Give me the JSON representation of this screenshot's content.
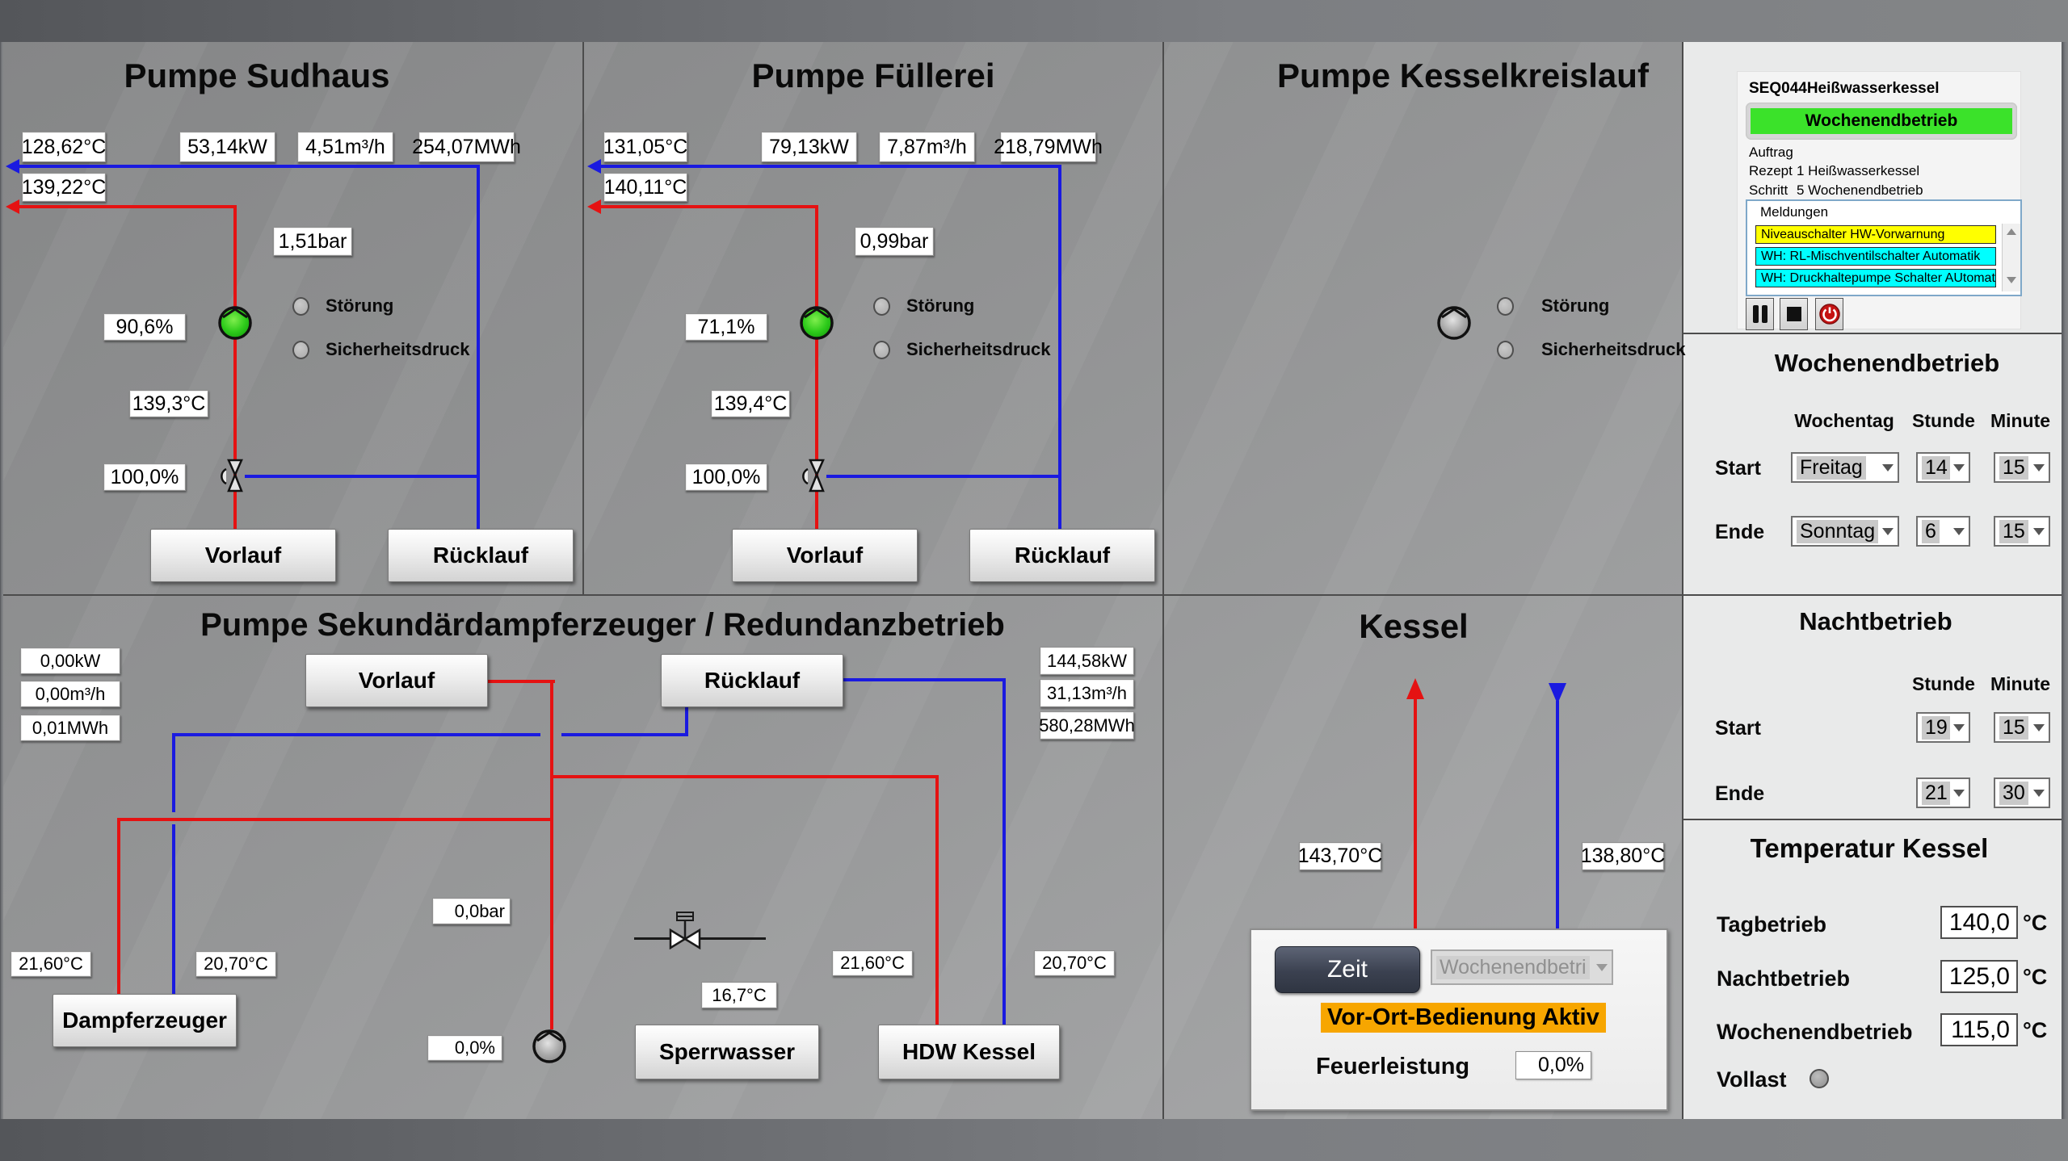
{
  "colors": {
    "pipe_red": "#e51212",
    "pipe_blue": "#1a1ae0",
    "mode_green": "#3be22a",
    "alarm_yellow": "#ffff00",
    "warn_cyan": "#00ffff",
    "local_orange": "#f7a600"
  },
  "panels": {
    "sudhaus": {
      "title": "Pumpe Sudhaus",
      "values": {
        "temp_in": "128,62°C",
        "power": "53,14kW",
        "flow": "4,51m³/h",
        "energy": "254,07MWh",
        "temp_out": "139,22°C",
        "pressure": "1,51bar",
        "pump_speed": "90,6%",
        "temp_mid": "139,3°C",
        "valve_pos": "100,0%"
      },
      "indicators": {
        "stoerung": "Störung",
        "sicherheitsdruck": "Sicherheitsdruck"
      },
      "buttons": {
        "vorlauf": "Vorlauf",
        "ruecklauf": "Rücklauf"
      }
    },
    "fuellerei": {
      "title": "Pumpe Füllerei",
      "values": {
        "temp_in": "131,05°C",
        "power": "79,13kW",
        "flow": "7,87m³/h",
        "energy": "218,79MWh",
        "temp_out": "140,11°C",
        "pressure": "0,99bar",
        "pump_speed": "71,1%",
        "temp_mid": "139,4°C",
        "valve_pos": "100,0%"
      },
      "indicators": {
        "stoerung": "Störung",
        "sicherheitsdruck": "Sicherheitsdruck"
      },
      "buttons": {
        "vorlauf": "Vorlauf",
        "ruecklauf": "Rücklauf"
      }
    },
    "kesselkreislauf": {
      "title": "Pumpe Kesselkreislauf",
      "indicators": {
        "stoerung": "Störung",
        "sicherheitsdruck": "Sicherheitsdruck"
      }
    },
    "sekundaer": {
      "title": "Pumpe Sekundärdampferzeuger / Redundanzbetrieb",
      "left_values": {
        "power": "0,00kW",
        "flow": "0,00m³/h",
        "energy": "0,01MWh"
      },
      "right_values": {
        "power": "144,58kW",
        "flow": "31,13m³/h",
        "energy": "580,28MWh"
      },
      "values": {
        "pressure": "0,0bar",
        "pump_speed": "0,0%",
        "temp_de_red": "21,60°C",
        "temp_de_blue": "20,70°C",
        "temp_sperr": "16,7°C",
        "temp_hdw_red": "21,60°C",
        "temp_hdw_blue": "20,70°C"
      },
      "buttons": {
        "vorlauf": "Vorlauf",
        "ruecklauf": "Rücklauf",
        "dampferzeuger": "Dampferzeuger",
        "sperrwasser": "Sperrwasser",
        "hdw_kessel": "HDW Kessel"
      }
    },
    "kessel": {
      "title": "Kessel",
      "values": {
        "temp_supply": "143,70°C",
        "temp_return": "138,80°C",
        "feuerleistung": "0,0%"
      },
      "labels": {
        "feuerleistung": "Feuerleistung",
        "warning": "Vor-Ort-Bedienung Aktiv"
      },
      "zeit_button": "Zeit",
      "mode_dropdown": "Wochenendbetri"
    }
  },
  "sidebar": {
    "seq": {
      "title": "SEQ044Heißwasserkessel",
      "mode_button": "Wochenendbetrieb",
      "auftrag_label": "Auftrag",
      "rezept_label": "Rezept",
      "rezept_value": "1 Heißwasserkessel",
      "schritt_label": "Schritt",
      "schritt_value": "5 Wochenendbetrieb",
      "meldungen": {
        "header": "Meldungen",
        "rows": [
          {
            "text": "Niveauschalter HW-Vorwarnung",
            "color": "#ffff00"
          },
          {
            "text": "WH: RL-Mischventilschalter Automatik",
            "color": "#00ffff"
          },
          {
            "text": "WH: Druckhaltepumpe Schalter AUtomati",
            "color": "#00ffff"
          }
        ]
      }
    },
    "wochenend": {
      "title": "Wochenendbetrieb",
      "col_day": "Wochentag",
      "col_hour": "Stunde",
      "col_min": "Minute",
      "start_label": "Start",
      "ende_label": "Ende",
      "start": {
        "day": "Freitag",
        "hour": "14",
        "min": "15"
      },
      "ende": {
        "day": "Sonntag",
        "hour": "6",
        "min": "15"
      }
    },
    "nacht": {
      "title": "Nachtbetrieb",
      "col_hour": "Stunde",
      "col_min": "Minute",
      "start_label": "Start",
      "ende_label": "Ende",
      "start": {
        "hour": "19",
        "min": "15"
      },
      "ende": {
        "hour": "21",
        "min": "30"
      }
    },
    "temperatur": {
      "title": "Temperatur Kessel",
      "unit": "°C",
      "rows": [
        {
          "label": "Tagbetrieb",
          "value": "140,0"
        },
        {
          "label": "Nachtbetrieb",
          "value": "125,0"
        },
        {
          "label": "Wochenendbetrieb",
          "value": "115,0"
        }
      ],
      "vollast_label": "Vollast"
    }
  }
}
